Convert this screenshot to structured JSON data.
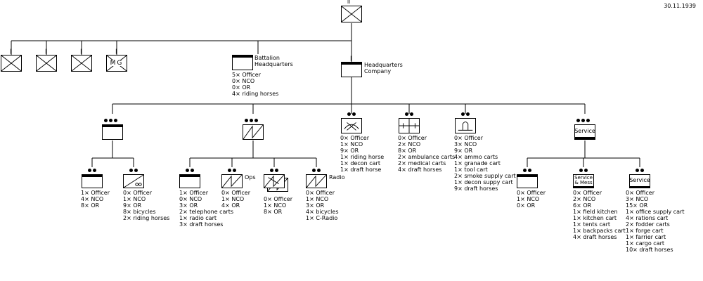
{
  "date": "30.11.1939",
  "top": {
    "echelon": "II"
  },
  "companies": [
    {
      "label": ""
    },
    {
      "label": ""
    },
    {
      "label": ""
    },
    {
      "label": "MG"
    }
  ],
  "bhq": {
    "title": "Battalion Headquarters",
    "stats": "5× Officer\n0× NCO\n0× OR\n4× riding horses"
  },
  "hqc": {
    "title": "Headquarters Company"
  },
  "platoons": {
    "signals": {
      "ops": "Ops",
      "radio": "Radio"
    },
    "service": {
      "label": "Service"
    }
  },
  "units": {
    "hq_section": "1× Officer\n4× NCO\n8× OR",
    "cyclist": "0× Officer\n1× NCO\n9× OR\n8× bicycles\n2× riding horses",
    "sig_hq": "1× Officer\n0× NCO\n3× OR\n2× telephone carts\n1× radio cart\n3× draft horses",
    "ops": "0× Officer\n1× NCO\n4× OR",
    "wire": "0× Officer\n1× NCO\n8× OR",
    "radio": "0× Officer\n1× NCO\n3× OR\n4× bicycles\n1× C-Radio",
    "engineer": "0× Officer\n1× NCO\n9× OR\n1× riding horse\n1× decon cart\n1× draft horse",
    "medical": "0× Officer\n2× NCO\n8× OR\n2× ambulance carts\n2× medical carts\n4× draft horses",
    "ammo": "0× Officer\n3× NCO\n9× OR\n4× ammo carts\n1× granade cart\n1× tool cart\n2× smoke supply cart\n1× decon suppy cart\n9× draft horses",
    "svc_hq": "0× Officer\n1× NCO\n0× OR",
    "mess": "0× Officer\n2× NCO\n6× OR\n1× field kitchen\n1× kitchen cart\n1× tents cart\n1× backpacks cart\n4× draft horses",
    "supply": "0× Officer\n3× NCO\n15× OR\n1× office supply cart\n4× rations cart\n2× fodder carts\n1× forge cart\n1× farrier cart\n1× cargo cart\n10× draft horses"
  },
  "symbol_text": {
    "mess": "Service & Mess",
    "supply": "Service"
  }
}
